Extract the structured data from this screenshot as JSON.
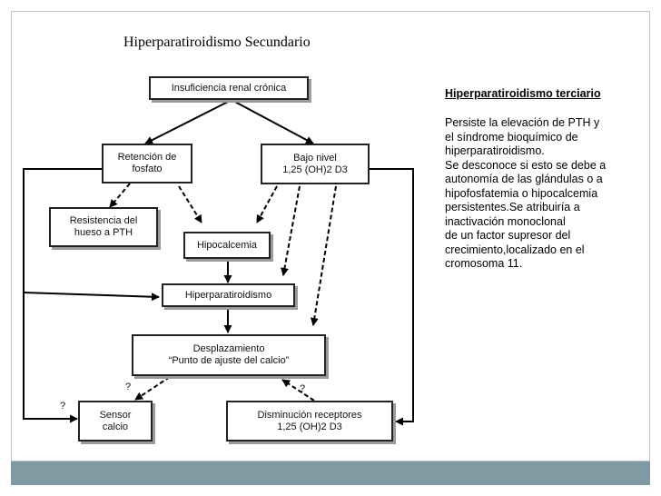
{
  "title": "Hiperparatiroidismo Secundario",
  "diagram": {
    "boxes": {
      "insuficiencia": "Insuficiencia renal crónica",
      "retencion": "Retención de\nfosfato",
      "bajo_nivel": "Bajo nivel\n1,25 (OH)2 D3",
      "resistencia": "Resistencia del\nhueso a PTH",
      "hipocalcemia": "Hipocalcemia",
      "hiperpara": "Hiperparatiroidismo",
      "desplazamiento": "Desplazamiento\n“Punto de ajuste del calcio”",
      "sensor": "Sensor\ncalcio",
      "disminucion": "Disminución receptores\n1,25 (OH)2 D3"
    },
    "question_marks": [
      "?",
      "?",
      "?"
    ]
  },
  "side": {
    "heading": "Hiperparatiroidismo terciario",
    "body": "Persiste la elevación de PTH y\nel síndrome bioquímico de\nhiperparatiroidismo.\nSe desconoce si esto se debe a\nautonomía de las glándulas o a\nhipofosfatemia o hipocalcemia\npersistentes.Se atribuiría a\ninactivación monoclonal\nde un factor supresor del\ncrecimiento,localizado en el\ncromosoma 11."
  },
  "colors": {
    "footer": "#7f9aa2",
    "frame": "#b9c7cc"
  }
}
